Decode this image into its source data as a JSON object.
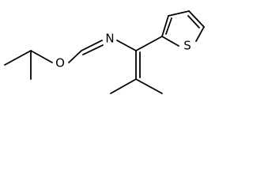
{
  "molecule": {
    "atoms": {
      "oxygen": "O",
      "nitrogen": "N",
      "sulfur": "S"
    }
  }
}
